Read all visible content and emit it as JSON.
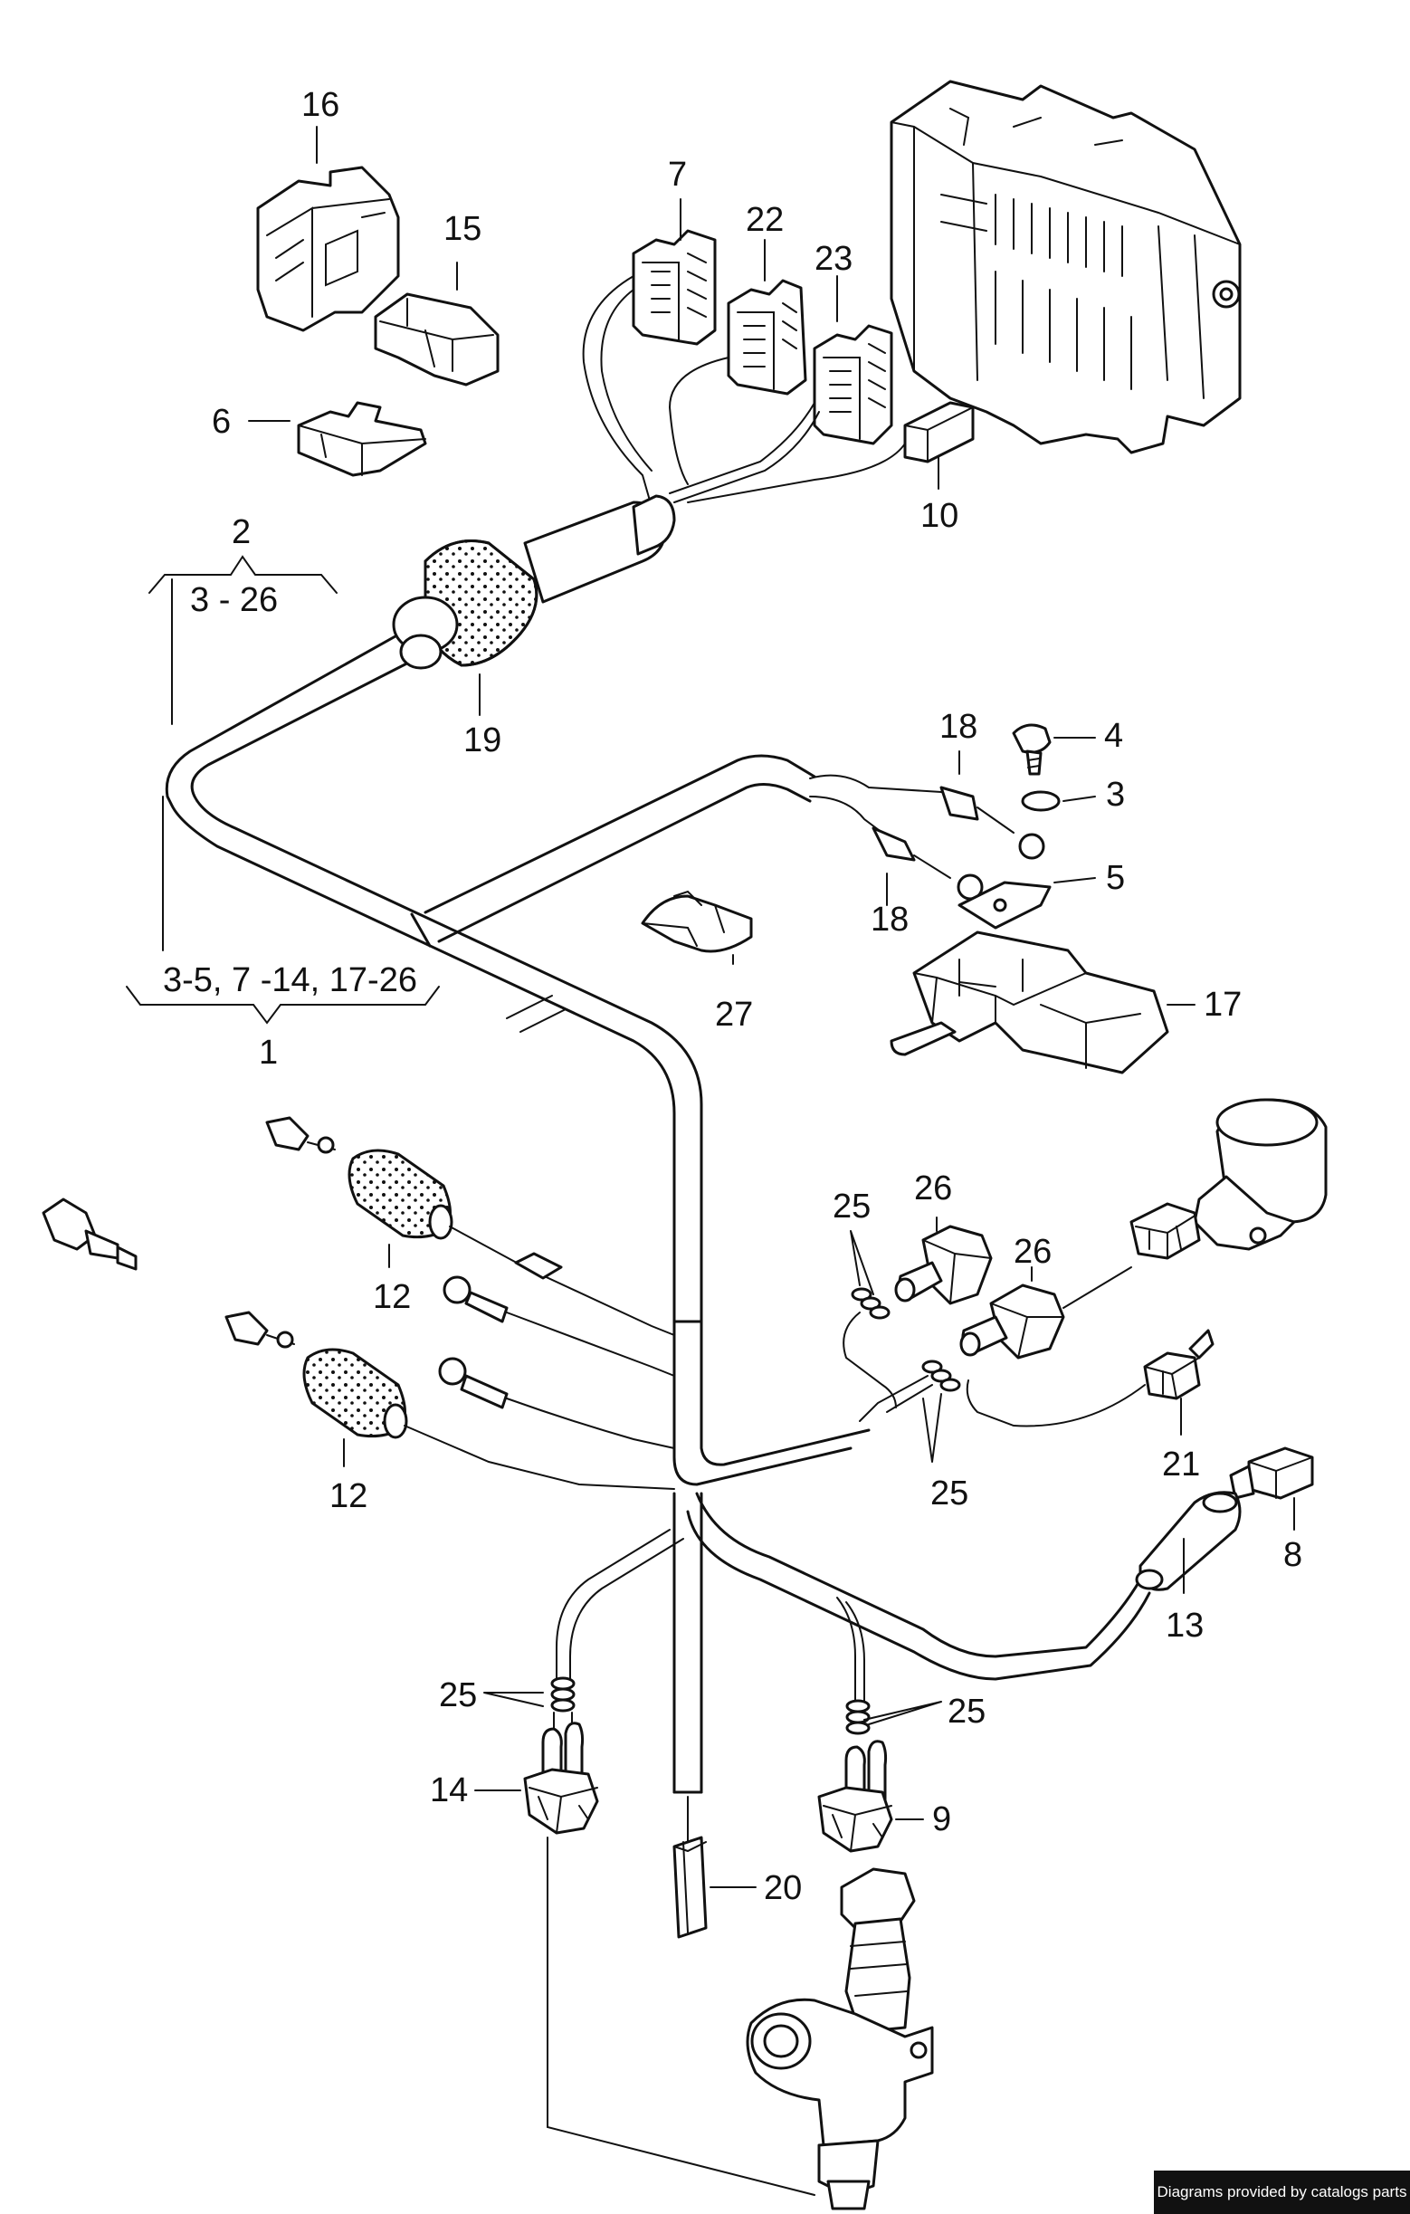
{
  "labels": {
    "p16": "16",
    "p15": "15",
    "p6": "6",
    "p7": "7",
    "p22": "22",
    "p23": "23",
    "p10": "10",
    "p2": "2",
    "p2_range": "3 - 26",
    "p19": "19",
    "p18a": "18",
    "p18b": "18",
    "p4": "4",
    "p3": "3",
    "p5": "5",
    "p27": "27",
    "p17": "17",
    "p1_range": "3-5,  7 -14,  17-26",
    "p1": "1",
    "p12a": "12",
    "p12b": "12",
    "p25a": "25",
    "p25b": "25",
    "p25c": "25",
    "p25d": "25",
    "p26a": "26",
    "p26b": "26",
    "p21": "21",
    "p8": "8",
    "p13": "13",
    "p14": "14",
    "p9": "9",
    "p20": "20"
  },
  "footer": {
    "credit": "Diagrams provided by catalogs parts"
  }
}
